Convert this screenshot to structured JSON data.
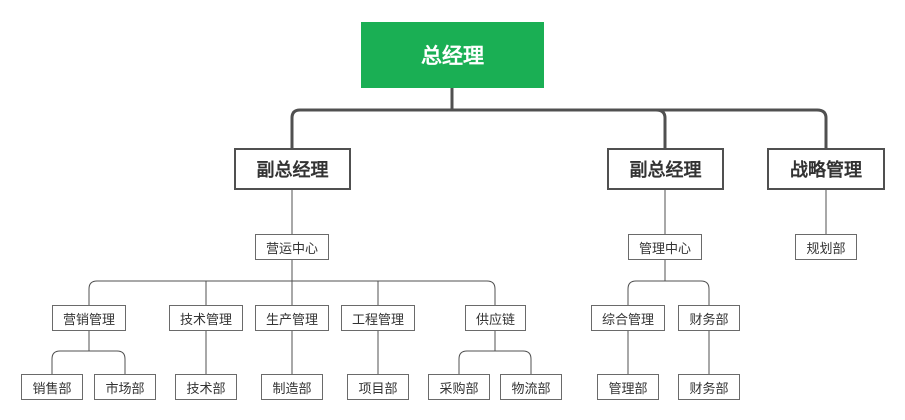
{
  "org_chart": {
    "root": "总经理",
    "level1": [
      "副总经理",
      "副总经理",
      "战略管理"
    ],
    "centers": [
      "营运中心",
      "管理中心",
      "规划部"
    ],
    "departments": [
      "营销管理",
      "技术管理",
      "生产管理",
      "工程管理",
      "供应链",
      "综合管理",
      "财务部"
    ],
    "units": [
      "销售部",
      "市场部",
      "技术部",
      "制造部",
      "项目部",
      "采购部",
      "物流部",
      "管理部",
      "财务部"
    ]
  },
  "colors": {
    "root_fill": "#1aaf54",
    "root_text": "#ffffff",
    "border": "#505050",
    "connector": "#505050",
    "text": "#333333"
  }
}
